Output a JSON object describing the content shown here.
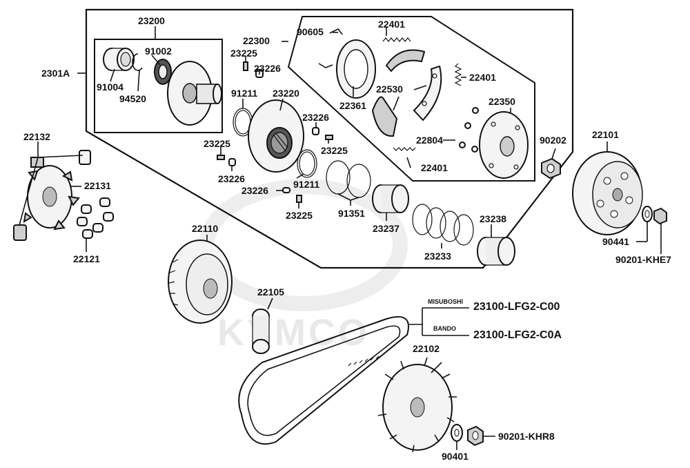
{
  "watermark": {
    "brand": "KYMCO"
  },
  "labels": {
    "p23200": "23200",
    "p91002": "91002",
    "p91004": "91004",
    "p94520": "94520",
    "p2301A": "2301A",
    "p22300": "22300",
    "p23225a": "23225",
    "p23226a": "23226",
    "p91211a": "91211",
    "p23220": "23220",
    "p23226b": "23226",
    "p23225b": "23225",
    "p23225c": "23225",
    "p23226c": "23226",
    "p91211b": "91211",
    "p23226d": "23226",
    "p23225d": "23225",
    "p91351": "91351",
    "p23237": "23237",
    "p90605": "90605",
    "p22401a": "22401",
    "p22401b": "22401",
    "p22401c": "22401",
    "p22361": "22361",
    "p22530": "22530",
    "p22350": "22350",
    "p22804": "22804",
    "p90202": "90202",
    "p23238": "23238",
    "p23233": "23233",
    "p22101": "22101",
    "p90441": "90441",
    "p90201KHE7": "90201-KHE7",
    "p22132": "22132",
    "p22131": "22131",
    "p22121": "22121",
    "p22110": "22110",
    "p22105": "22105",
    "misuboshi": "MISUBOSHI",
    "bando": "BANDO",
    "p23100C00": "23100-LFG2-C00",
    "p23100C0A": "23100-LFG2-C0A",
    "p22102": "22102",
    "p90401": "90401",
    "p90201KHR8": "90201-KHR8"
  }
}
